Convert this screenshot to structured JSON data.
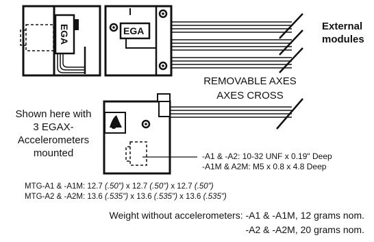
{
  "drawing": {
    "ega_label_side": "EGA",
    "ega_label_front": "EGA"
  },
  "labels": {
    "external_line1": "External",
    "external_line2": "modules",
    "removable_axes": "REMOVABLE AXES",
    "axes_cross": "AXES CROSS",
    "shown_line1": "Shown here with",
    "shown_line2": "3 EGAX-",
    "shown_line3": "Accelerometers",
    "shown_line4": "mounted",
    "thread_line1": "-A1 & -A2: 10-32 UNF x 0.19\" Deep",
    "thread_line2": "-A1M & A2M: M5 x 0.8 x 4.8 Deep"
  },
  "dimensions": {
    "line1": {
      "prefix": "MTG-A1 & -A1M: 12.7 ",
      "v1": "(.50\")",
      "mid1": " x 12.7 ",
      "v2": "(.50\")",
      "mid2": " x 12.7 ",
      "v3": "(.50\")"
    },
    "line2": {
      "prefix": "MTG-A2 & -A2M: 13.6 ",
      "v1": "(.535\")",
      "mid1": " x 13.6 ",
      "v2": "(.535\")",
      "mid2": " x 13.6 ",
      "v3": "(.535\")"
    }
  },
  "weight": {
    "line1": "Weight without accelerometers: -A1 & -A1M, 12 grams nom.",
    "line2": "-A2 & -A2M, 20 grams nom."
  }
}
